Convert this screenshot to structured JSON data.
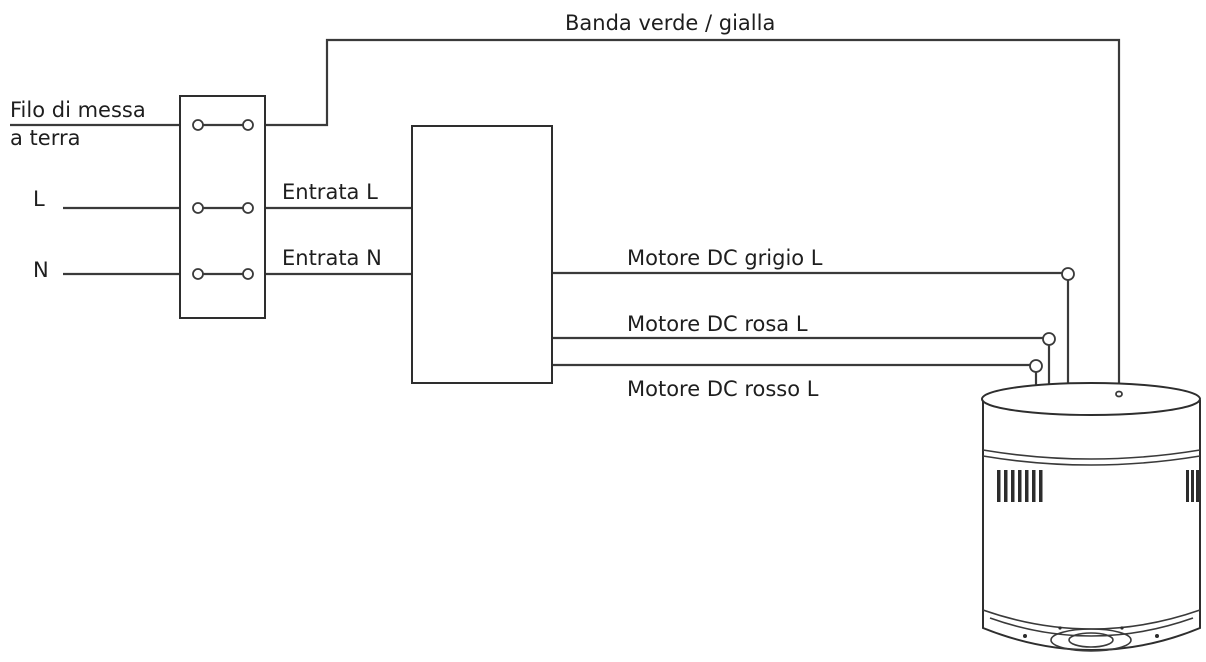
{
  "labels": {
    "ground_top": "Banda verde / gialla",
    "ground_wire_line1": "Filo di messa",
    "ground_wire_line2": "a terra",
    "live": "L",
    "neutral": "N",
    "input_live": "Entrata L",
    "input_neutral": "Entrata N",
    "motor_grey": "Motore DC grigio L",
    "motor_pink": "Motore DC rosa L",
    "motor_red": "Motore DC rosso L"
  }
}
